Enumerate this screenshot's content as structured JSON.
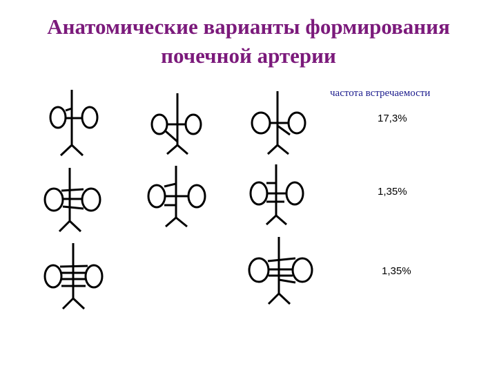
{
  "title": {
    "line1": "Анатомические варианты формирования",
    "line2": "почечной артерии"
  },
  "legend": "частота встречаемости",
  "frequencies": [
    "17,3%",
    "1,35%",
    "1,35%"
  ],
  "variants": [
    {
      "row": 1,
      "col": 1,
      "arteries": 2
    },
    {
      "row": 1,
      "col": 2,
      "arteries": 2
    },
    {
      "row": 1,
      "col": 3,
      "arteries": 2
    },
    {
      "row": 2,
      "col": 1,
      "arteries": 3
    },
    {
      "row": 2,
      "col": 2,
      "arteries": 3
    },
    {
      "row": 2,
      "col": 3,
      "arteries": 3
    },
    {
      "row": 3,
      "col": 1,
      "arteries": 4
    },
    {
      "row": 3,
      "col": 3,
      "arteries": 4
    }
  ]
}
